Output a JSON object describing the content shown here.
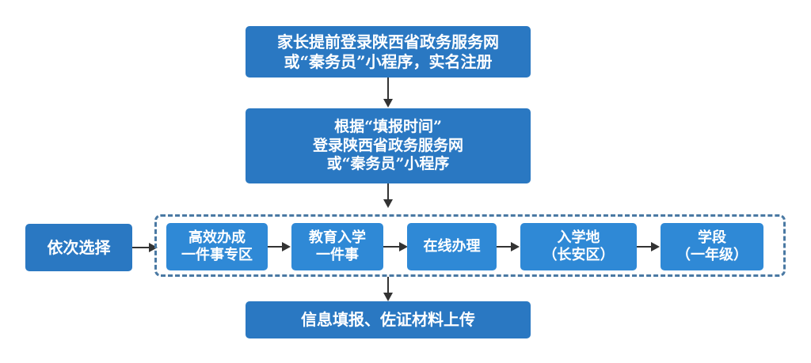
{
  "diagram": {
    "type": "flowchart",
    "colors": {
      "primary_box": "#2a78c2",
      "sub_box": "#2f89d6",
      "text": "#ffffff",
      "arrow": "#333333",
      "group_border": "#4a79a3"
    },
    "step1": {
      "lines": [
        "家长提前登录陕西省政务服务网",
        "或“秦务员”小程序，实名注册"
      ]
    },
    "step2": {
      "lines": [
        "根据“填报时间”",
        "登录陕西省政务服务网",
        "或“秦务员”小程序"
      ]
    },
    "select_label": "依次选择",
    "options": [
      {
        "lines": [
          "高效办成",
          "一件事专区"
        ]
      },
      {
        "lines": [
          "教育入学",
          "一件事"
        ]
      },
      {
        "lines": [
          "在线办理"
        ]
      },
      {
        "lines": [
          "入学地",
          "（长安区）"
        ]
      },
      {
        "lines": [
          "学段",
          "（一年级）"
        ]
      }
    ],
    "step_final": {
      "lines": [
        "信息填报、佐证材料上传"
      ]
    }
  }
}
